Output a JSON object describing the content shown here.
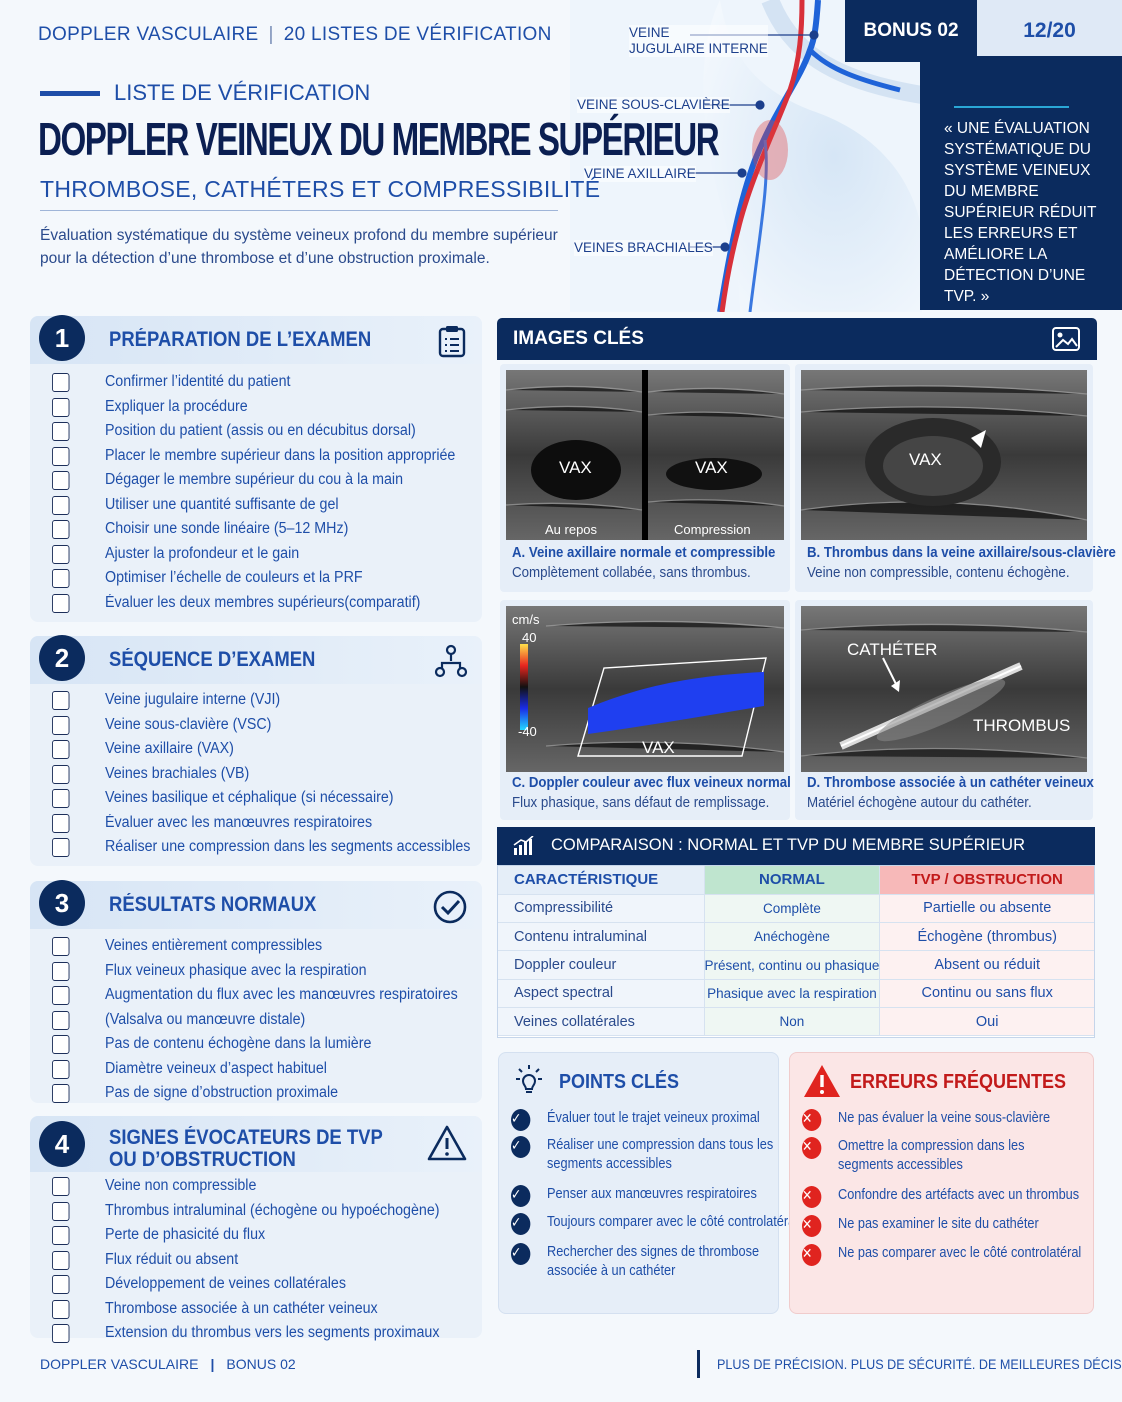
{
  "header": {
    "series": "DOPPLER VASCULAIRE",
    "collection": "20 LISTES DE VÉRIFICATION",
    "bonus": "BONUS 02",
    "page": "12/20"
  },
  "title": {
    "kicker": "LISTE DE VÉRIFICATION",
    "main": "DOPPLER VEINEUX DU MEMBRE SUPÉRIEUR",
    "subtitle": "THROMBOSE, CATHÉTERS ET COMPRESSIBILITÉ",
    "intro": "Évaluation systématique du système veineux profond du membre supérieur pour la détection d’une thrombose et d’une obstruction proximale."
  },
  "anatomy": {
    "labels": [
      "VEINE\nJUGULAIRE INTERNE",
      "VEINE SOUS-CLAVIÈRE",
      "VEINE AXILLAIRE",
      "VEINES BRACHIALES"
    ]
  },
  "quote": "« UNE ÉVALUATION SYSTÉMATIQUE DU SYSTÈME VEINEUX DU MEMBRE SUPÉRIEUR RÉDUIT LES ERREURS ET AMÉLIORE LA DÉTECTION D’UNE TVP. »",
  "sections": [
    {
      "num": "1",
      "title": "PRÉPARATION DE L’EXAMEN",
      "icon": "clipboard-icon",
      "items": [
        "Confirmer l’identité du patient",
        "Expliquer la procédure",
        "Position du patient (assis ou en décubitus dorsal)",
        "Placer le membre supérieur dans la position appropriée",
        "Dégager le membre supérieur du cou à la main",
        "Utiliser une quantité suffisante de gel",
        "Choisir une sonde linéaire (5–12 MHz)",
        "Ajuster la profondeur et le gain",
        "Optimiser l’échelle de couleurs et la PRF",
        "Évaluer les deux membres supérieurs(comparatif)"
      ]
    },
    {
      "num": "2",
      "title": "SÉQUENCE D’EXAMEN",
      "icon": "sequence-tree-icon",
      "items": [
        "Veine jugulaire interne (VJI)",
        "Veine sous-clavière (VSC)",
        "Veine axillaire (VAX)",
        "Veines brachiales (VB)",
        "Veines basilique et céphalique (si nécessaire)",
        "Évaluer avec les manœuvres respiratoires",
        "Réaliser une compression dans les segments accessibles"
      ]
    },
    {
      "num": "3",
      "title": "RÉSULTATS NORMAUX",
      "icon": "check-circle-icon",
      "items": [
        "Veines entièrement compressibles",
        "Flux veineux phasique avec la respiration",
        "Augmentation du flux avec les manœuvres respiratoires\n(Valsalva ou manœuvre distale)",
        "Pas de contenu échogène dans la lumière",
        "Diamètre veineux d’aspect habituel",
        "Pas de signe d’obstruction proximale"
      ]
    },
    {
      "num": "4",
      "title": "SIGNES ÉVOCATEURS DE TVP\nOU D’OBSTRUCTION",
      "icon": "warning-triangle-icon",
      "items": [
        "Veine non compressible",
        "Thrombus intraluminal (échogène ou hypoéchogène)",
        "Perte de phasicité du flux",
        "Flux réduit ou absent",
        "Développement de veines collatérales",
        "Thrombose associée à un cathéter veineux",
        "Extension du thrombus vers les segments proximaux"
      ]
    }
  ],
  "images": {
    "header": "IMAGES CLÉS",
    "a": {
      "label_left": "VAX",
      "label_right": "VAX",
      "sub_left": "Au repos",
      "sub_right": "Compression",
      "title": "A. Veine axillaire normale et compressible",
      "desc": "Complètement collabée, sans thrombus."
    },
    "b": {
      "label": "VAX",
      "title": "B. Thrombus dans la veine axillaire/sous-clavière",
      "desc": "Veine non compressible, contenu échogène."
    },
    "c": {
      "unit": "cm/s",
      "scale_top": "40",
      "scale_bottom": "-40",
      "label": "VAX",
      "title": "C. Doppler couleur avec flux veineux normal",
      "desc": "Flux phasique, sans défaut de remplissage."
    },
    "d": {
      "label_top": "CATHÉTER",
      "label_right": "THROMBUS",
      "title": "D. Thrombose associée à un cathéter veineux",
      "desc": "Matériel échogène autour du cathéter."
    }
  },
  "comparison": {
    "header": "COMPARAISON : NORMAL ET TVP DU MEMBRE SUPÉRIEUR",
    "columns": [
      "CARACTÉRISTIQUE",
      "NORMAL",
      "TVP / OBSTRUCTION"
    ],
    "rows": [
      [
        "Compressibilité",
        "Complète",
        "Partielle ou absente"
      ],
      [
        "Contenu intraluminal",
        "Anéchogène",
        "Échogène (thrombus)"
      ],
      [
        "Doppler couleur",
        "Présent, continu ou phasique",
        "Absent ou réduit"
      ],
      [
        "Aspect spectral",
        "Phasique avec la respiration",
        "Continu ou sans flux"
      ],
      [
        "Veines collatérales",
        "Non",
        "Oui"
      ]
    ]
  },
  "points": {
    "title": "POINTS CLÉS",
    "items": [
      "Évaluer tout le trajet veineux proximal",
      "Réaliser une compression dans tous les\nsegments accessibles",
      "Penser aux manœuvres respiratoires",
      "Toujours comparer avec le côté controlatéral",
      "Rechercher des signes de thrombose\nassociée à un cathéter"
    ]
  },
  "errors": {
    "title": "ERREURS FRÉQUENTES",
    "items": [
      "Ne pas évaluer la veine sous-clavière",
      "Omettre la compression dans les\nsegments accessibles",
      "Confondre des artéfacts avec un thrombus",
      "Ne pas examiner le site du cathéter",
      "Ne pas comparer avec le côté controlatéral"
    ]
  },
  "footer": {
    "left1": "DOPPLER VASCULAIRE",
    "left2": "BONUS 02",
    "right": "PLUS DE PRÉCISION. PLUS DE SÉCURITÉ. DE MEILLEURES DÉCISIONS."
  },
  "colors": {
    "navy": "#0b2b5e",
    "accent": "#1e4ea8",
    "normal": "#bfe5cf",
    "danger": "#e0241f"
  }
}
